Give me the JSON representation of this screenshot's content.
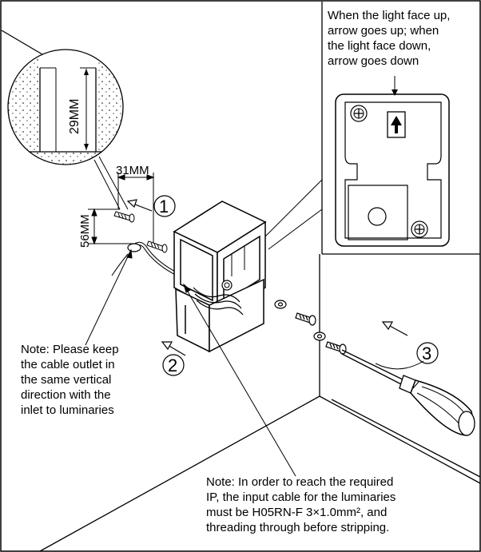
{
  "notes": {
    "light_direction": "When the light face up,\narrow  goes up; when\nthe light face  down,\narrow goes down",
    "cable_outlet": "Note: Please keep\nthe cable outlet in\nthe same vertical\ndirection with the\ninlet to luminaries",
    "input_cable": "Note: In order to reach the required\nIP, the input cable for the luminaries\nmust be H05RN-F  3×1.0mm², and\nthreading through before stripping."
  },
  "dimensions": {
    "hole_depth": "29MM",
    "screw_spacing_horizontal": "31MM",
    "screw_spacing_vertical": "56MM"
  },
  "steps": {
    "step1": "1",
    "step2": "2",
    "step3": "3"
  },
  "icons": {
    "arrow": "up-arrow-icon",
    "tool": "screwdriver-icon",
    "hardware": "screw-icon"
  },
  "colors": {
    "line": "#000000",
    "background": "#ffffff"
  }
}
